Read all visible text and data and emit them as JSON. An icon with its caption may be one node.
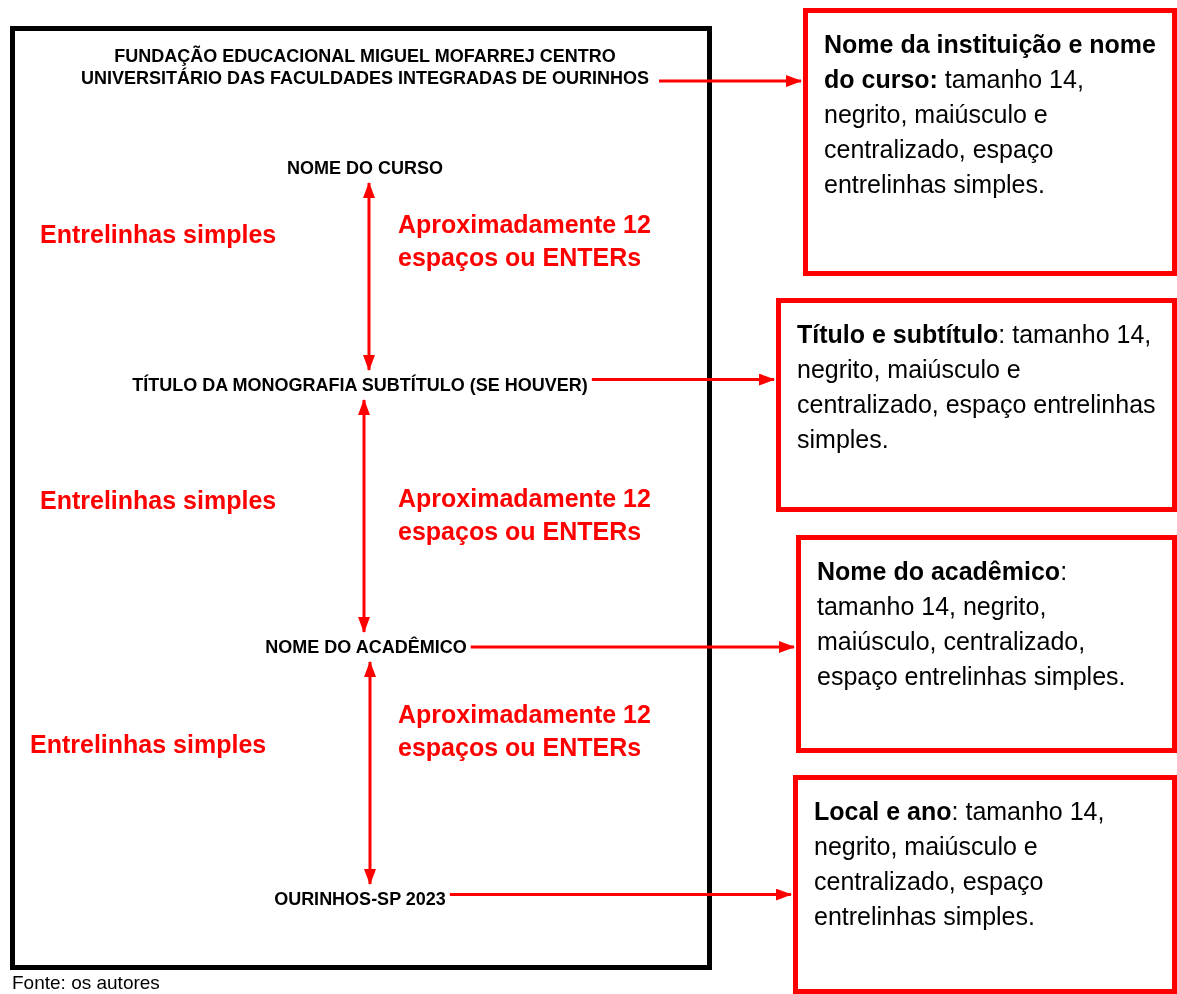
{
  "diagram": {
    "caption": "Fonte: os autores",
    "nodes": [
      {
        "text": [],
        "shape": "box"
      },
      {
        "text": [
          "FUNDAÇÃO EDUCACIONAL MIGUEL MOFARREJ CENTRO UNIVERSITÁRIO DAS FACULDADES INTEGRADAS DE OURINHOS"
        ],
        "in": 0
      },
      {
        "text": [
          "NOME DO CURSO"
        ],
        "in": 0
      },
      {
        "text": [
          "TÍTULO DA MONOGRAFIA SUBTÍTULO (SE HOUVER)"
        ],
        "in": 0
      },
      {
        "text": [
          "NOME DO ACADÊMICO"
        ],
        "in": 0
      },
      {
        "text": [
          "OURINHOS-SP 2023"
        ],
        "in": 0
      },
      {
        "text": [
          "**Nome da instituição e nome do curso:** tamanho 14, negrito, maiúsculo e centralizado, espaço entrelinhas simples."
        ]
      },
      {
        "text": [
          "**Título e subtítulo**: tamanho 14, negrito, maiúsculo e centralizado, espaço entrelinhas simples."
        ]
      },
      {
        "text": [
          "**Nome do acadêmico**: tamanho 14, negrito, maiúsculo, centralizado, espaço entrelinhas simples."
        ]
      },
      {
        "text": [
          "**Local e ano**: tamanho 14, negrito, maiúsculo e centralizado, espaço entrelinhas simples."
        ]
      }
    ],
    "edges": [
      {
        "from": 1,
        "to": 6,
        "arrow": "to"
      },
      {
        "from": 2,
        "to": 3,
        "arrow": "both"
      },
      {
        "from": 3,
        "to": 7,
        "arrow": "to"
      },
      {
        "from": 3,
        "to": 4,
        "arrow": "both"
      },
      {
        "from": 4,
        "to": 8,
        "arrow": "to"
      },
      {
        "from": 4,
        "to": 5,
        "arrow": "both"
      },
      {
        "from": 5,
        "to": 9,
        "arrow": "to"
      }
    ],
    "labels": [
      "Entrelinhas simples",
      "Aproximadamente 12 espaços ou ENTERs",
      "Entrelinhas simples",
      "Aproximadamente 12 espaços ou ENTERs",
      "Aproximadamente 12 espaços ou ENTERs",
      "Entrelinhas simples"
    ]
  }
}
